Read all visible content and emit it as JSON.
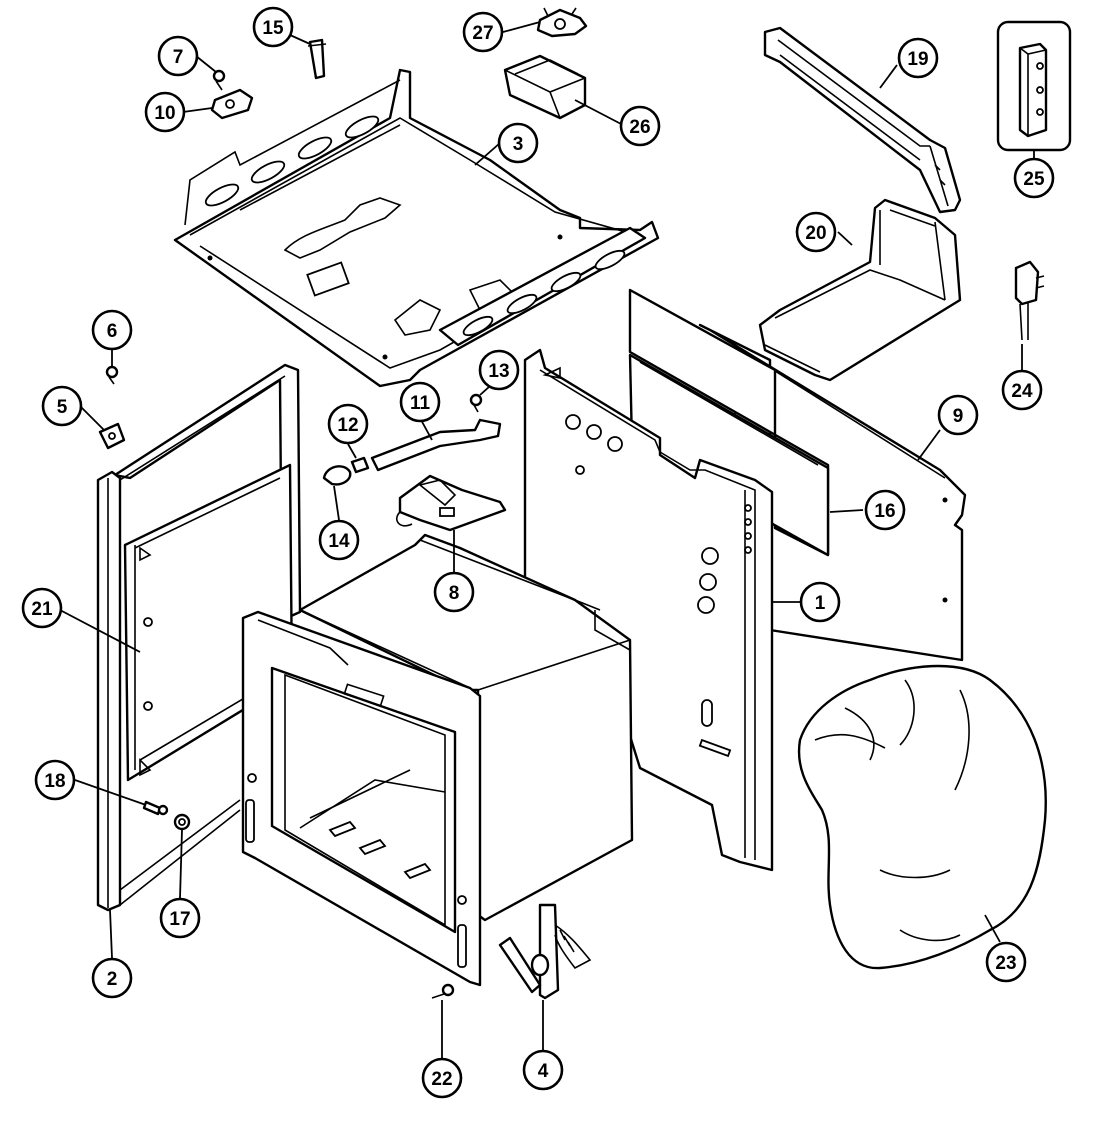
{
  "diagram": {
    "callouts": [
      {
        "id": "15",
        "label": "15"
      },
      {
        "id": "27",
        "label": "27"
      },
      {
        "id": "7",
        "label": "7"
      },
      {
        "id": "10",
        "label": "10"
      },
      {
        "id": "26",
        "label": "26"
      },
      {
        "id": "3",
        "label": "3"
      },
      {
        "id": "19",
        "label": "19"
      },
      {
        "id": "25",
        "label": "25"
      },
      {
        "id": "20",
        "label": "20"
      },
      {
        "id": "6",
        "label": "6"
      },
      {
        "id": "5",
        "label": "5"
      },
      {
        "id": "13",
        "label": "13"
      },
      {
        "id": "12",
        "label": "12"
      },
      {
        "id": "11",
        "label": "11"
      },
      {
        "id": "14",
        "label": "14"
      },
      {
        "id": "9",
        "label": "9"
      },
      {
        "id": "24",
        "label": "24"
      },
      {
        "id": "16",
        "label": "16"
      },
      {
        "id": "8",
        "label": "8"
      },
      {
        "id": "21",
        "label": "21"
      },
      {
        "id": "1",
        "label": "1"
      },
      {
        "id": "18",
        "label": "18"
      },
      {
        "id": "17",
        "label": "17"
      },
      {
        "id": "2",
        "label": "2"
      },
      {
        "id": "23",
        "label": "23"
      },
      {
        "id": "22",
        "label": "22"
      },
      {
        "id": "4",
        "label": "4"
      }
    ]
  }
}
